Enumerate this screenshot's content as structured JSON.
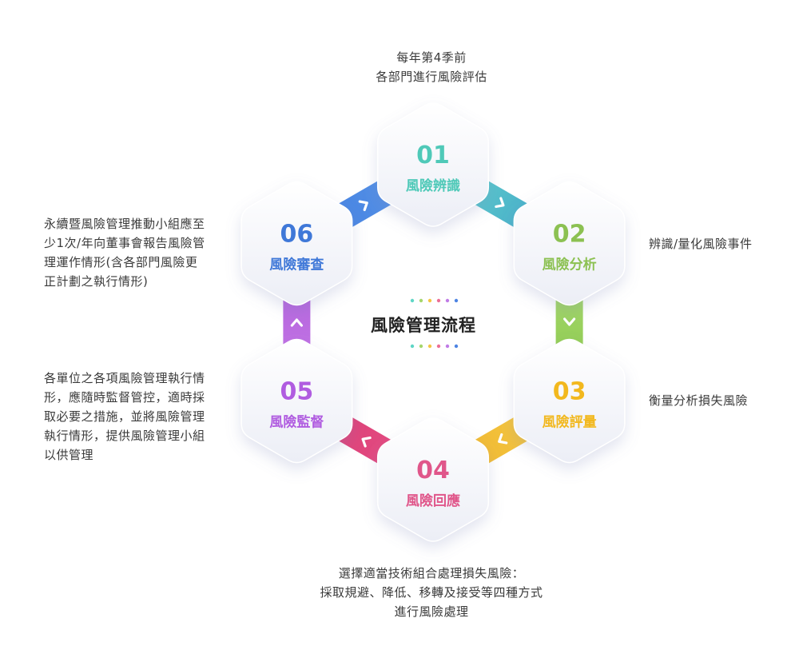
{
  "center": {
    "title": "風險管理流程",
    "dot_colors": [
      "#5fd6c6",
      "#a6d66b",
      "#f5c544",
      "#ec6f95",
      "#c07be6",
      "#4d84e3"
    ]
  },
  "steps": [
    {
      "number": "01",
      "label": "風險辨識",
      "color": "#4fc9b8",
      "connector": [
        "#67d8cc",
        "#3c9ec9"
      ]
    },
    {
      "number": "02",
      "label": "風險分析",
      "color": "#8cc152",
      "connector": [
        "#b3e07a",
        "#82c443"
      ]
    },
    {
      "number": "03",
      "label": "風險評量",
      "color": "#f2b81e",
      "connector": [
        "#f5cf48",
        "#f0b02a"
      ]
    },
    {
      "number": "04",
      "label": "風險回應",
      "color": "#e0568a",
      "connector": [
        "#e9548a",
        "#d8386f"
      ]
    },
    {
      "number": "05",
      "label": "風險監督",
      "color": "#b05ce0",
      "connector": [
        "#cc7ce9",
        "#a95bd8"
      ]
    },
    {
      "number": "06",
      "label": "風險審查",
      "color": "#3f78d8",
      "connector": [
        "#3e7be0",
        "#5e9ae8"
      ]
    }
  ],
  "descriptions": {
    "top": [
      "每年第4季前",
      "各部門進行風險評估"
    ],
    "right_upper": [
      "辨識/量化風險事件"
    ],
    "right_lower": [
      "衡量分析損失風險"
    ],
    "bottom": [
      "選擇適當技術組合處理損失風險：",
      "採取規避、降低、移轉及接受等四種方式",
      "進行風險處理"
    ],
    "left_lower": [
      "各單位之各項風險管理執行情",
      "形，應隨時監督管控，適時採",
      "取必要之措施，並將風險管理",
      "執行情形，提供風險管理小組",
      "以供管理"
    ],
    "left_upper": [
      "永續暨風險管理推動小組應至",
      "少1次/年向董事會報告風險管",
      "理運作情形(含各部門風險更",
      "正計劃之執行情形)"
    ]
  }
}
